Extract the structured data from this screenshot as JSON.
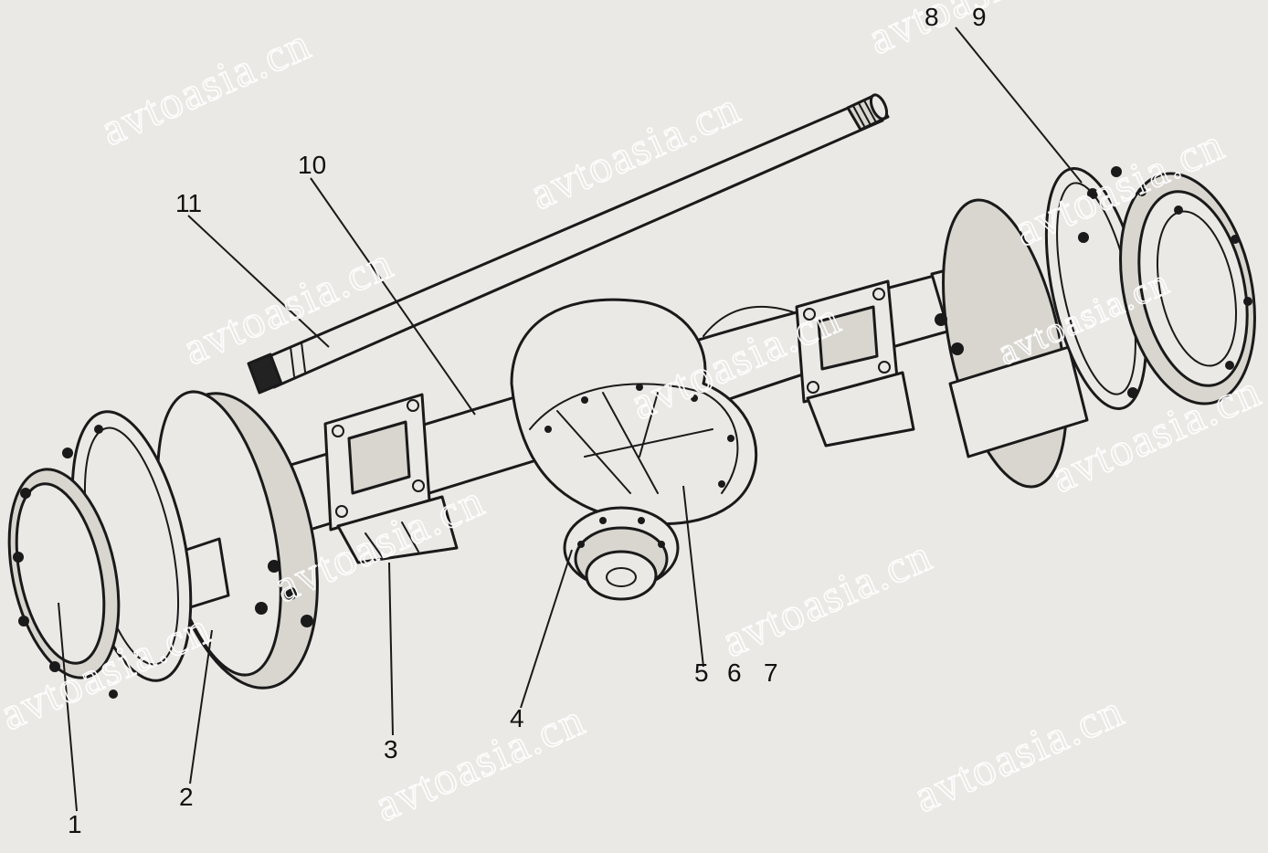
{
  "diagram": {
    "callouts": [
      "1",
      "2",
      "3",
      "4",
      "5",
      "6",
      "7",
      "8",
      "9",
      "10",
      "11"
    ],
    "watermark_text": "avtoasia.cn"
  },
  "colors": {
    "background": "#ebe9e5",
    "ink": "#1a1a1a",
    "watermark": "#ffffff"
  }
}
